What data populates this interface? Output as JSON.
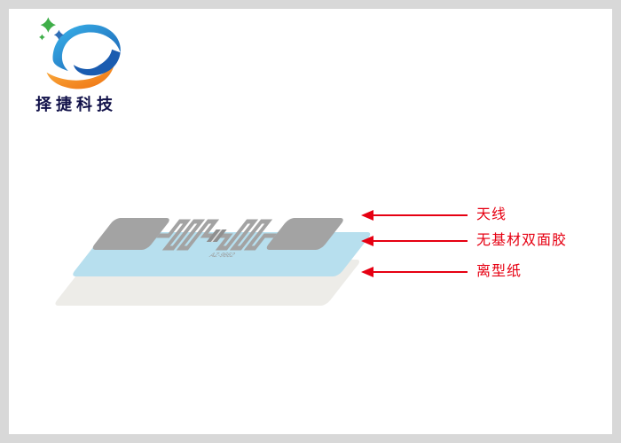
{
  "window": {
    "background": "#d8d8d8",
    "panel_background": "#ffffff"
  },
  "logo": {
    "company": "择捷科技",
    "colors": {
      "blue_light": "#3ab6ec",
      "blue_deep": "#1a5cb0",
      "orange_light": "#fbb040",
      "orange_deep": "#ee7010",
      "star_green": "#3fae49",
      "star_blue": "#2f6eb6",
      "text": "#12124a"
    }
  },
  "diagram": {
    "annotation_color": "#e60012",
    "antenna_model": "AZ-9662",
    "layers": [
      {
        "id": "antenna",
        "label": "天线",
        "color": "#a3a3a3"
      },
      {
        "id": "adhesive",
        "label": "无基材双面胶",
        "color": "#b7dfee"
      },
      {
        "id": "release_paper",
        "label": "离型纸",
        "color": "#edece8"
      }
    ]
  }
}
